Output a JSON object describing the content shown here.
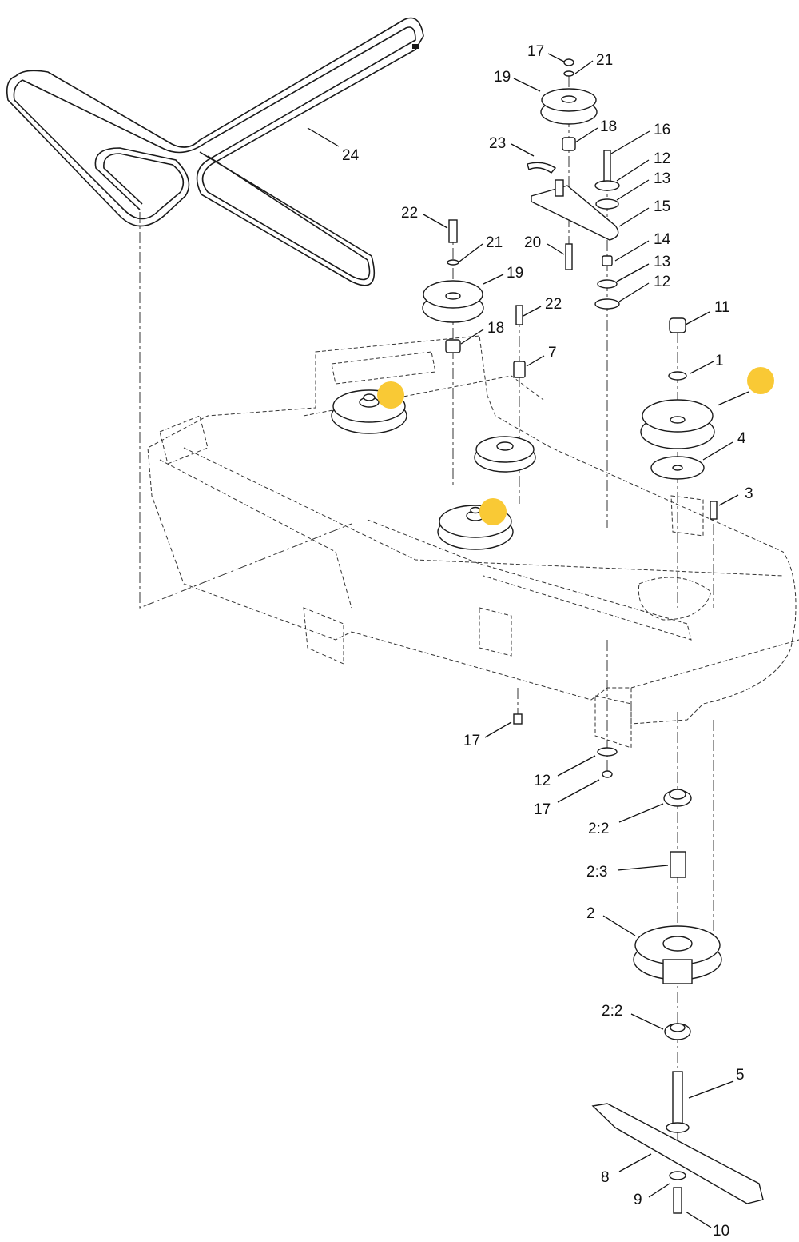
{
  "colors": {
    "highlight": "#f9c935",
    "line": "#1a1a1a"
  },
  "callouts": [
    {
      "label": "17"
    },
    {
      "label": "21"
    },
    {
      "label": "19"
    },
    {
      "label": "18"
    },
    {
      "label": "16"
    },
    {
      "label": "23"
    },
    {
      "label": "12"
    },
    {
      "label": "13"
    },
    {
      "label": "15"
    },
    {
      "label": "24"
    },
    {
      "label": "22"
    },
    {
      "label": "21"
    },
    {
      "label": "20"
    },
    {
      "label": "14"
    },
    {
      "label": "13"
    },
    {
      "label": "12"
    },
    {
      "label": "19"
    },
    {
      "label": "22"
    },
    {
      "label": "11"
    },
    {
      "label": "18"
    },
    {
      "label": "7"
    },
    {
      "label": "1"
    },
    {
      "label": "4"
    },
    {
      "label": "3"
    },
    {
      "label": "17"
    },
    {
      "label": "12"
    },
    {
      "label": "17"
    },
    {
      "label": "2:2"
    },
    {
      "label": "2:3"
    },
    {
      "label": "2"
    },
    {
      "label": "2:2"
    },
    {
      "label": "5"
    },
    {
      "label": "8"
    },
    {
      "label": "9"
    },
    {
      "label": "10"
    }
  ],
  "highlights": [
    {
      "name": "idler-pulley-left-marker"
    },
    {
      "name": "idler-pulley-center-marker"
    },
    {
      "name": "spindle-pulley-right-marker"
    }
  ]
}
